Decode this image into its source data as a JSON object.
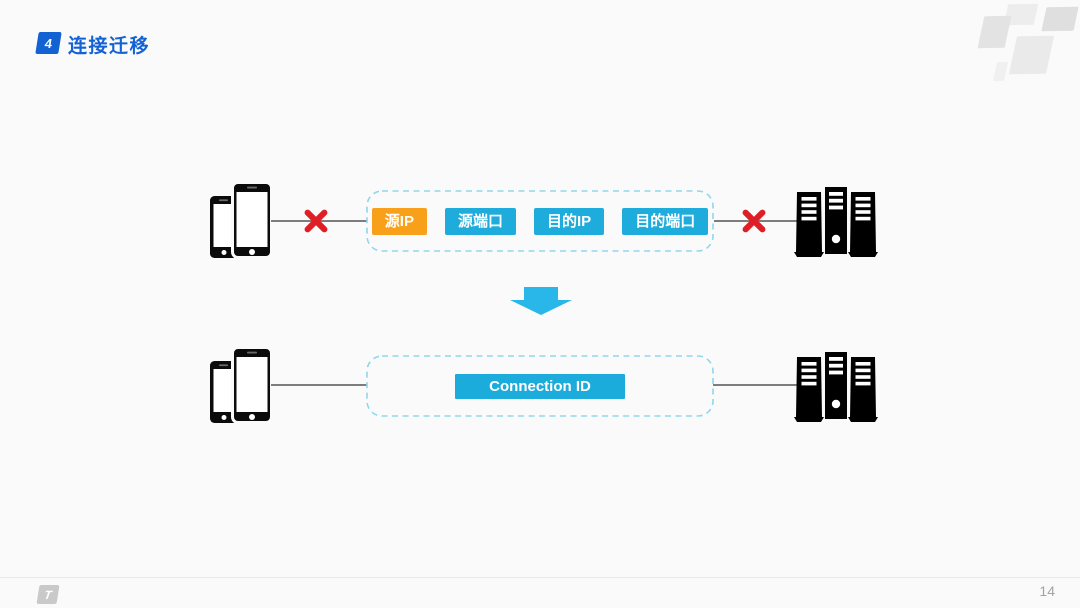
{
  "slide": {
    "background": "#fafafa"
  },
  "header": {
    "badge_number": "4",
    "title": "连接迁移",
    "accent_color": "#1362d3"
  },
  "diagram": {
    "before": {
      "fields": [
        {
          "label": "源IP",
          "color": "#f9a01b"
        },
        {
          "label": "源端口",
          "color": "#1eacdc"
        },
        {
          "label": "目的IP",
          "color": "#1eacdc"
        },
        {
          "label": "目的端口",
          "color": "#1eacdc"
        }
      ]
    },
    "after": {
      "field": {
        "label": "Connection ID",
        "color": "#1cacdc"
      }
    },
    "colors": {
      "dashed_border": "#8fd8eb",
      "connector_line": "#7d7d7d",
      "broken_cross": "#de1f26",
      "arrow": "#29b6e8"
    },
    "icons": {
      "client": "phone-icon",
      "server": "server-rack-icon",
      "break": "cross-icon",
      "migrate": "down-arrow-icon"
    }
  },
  "footer": {
    "logo_glyph": "T",
    "page_number": "14"
  }
}
